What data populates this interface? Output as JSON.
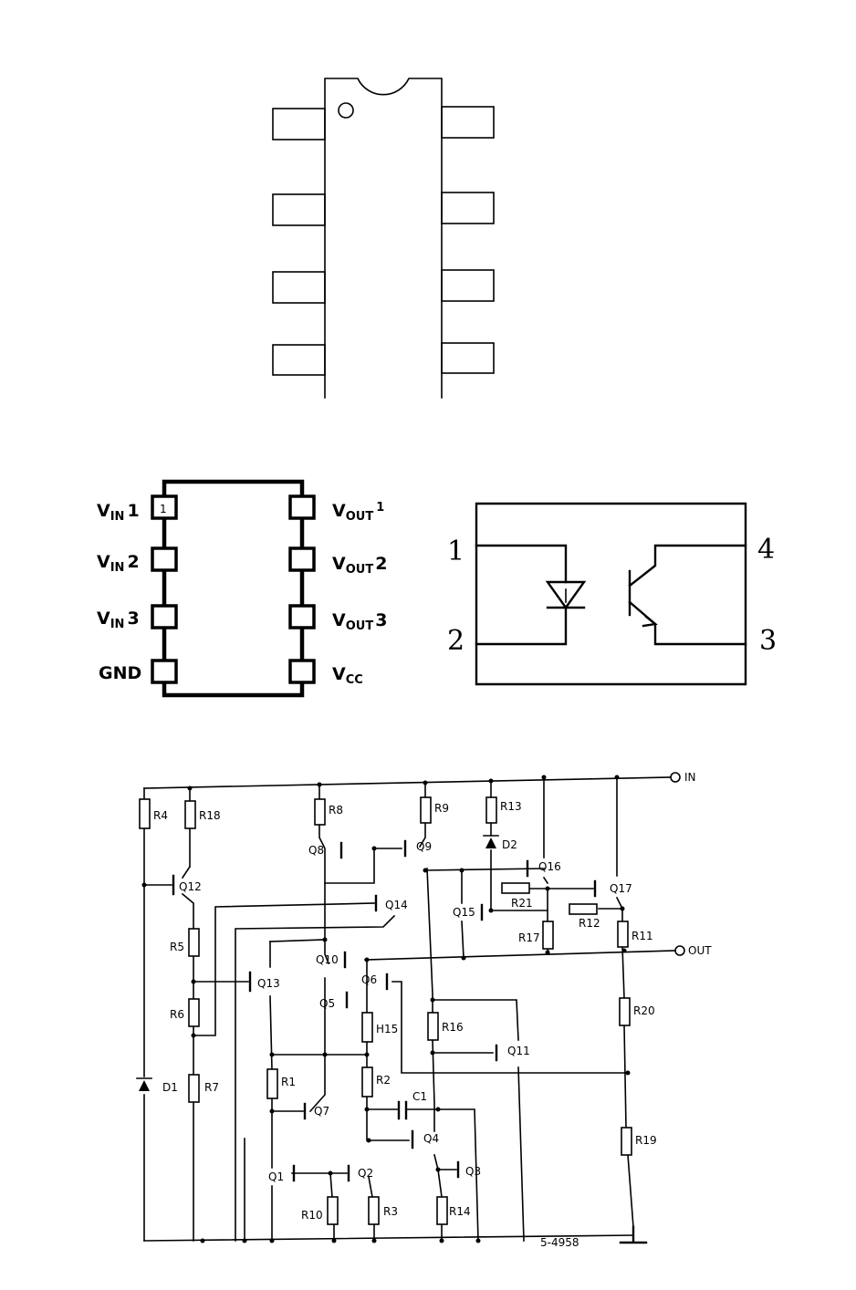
{
  "dip_package": {
    "pin1_marker": "1",
    "left_pins": [
      {
        "main": "V",
        "sub": "IN",
        "num": "1"
      },
      {
        "main": "V",
        "sub": "IN",
        "num": "2"
      },
      {
        "main": "V",
        "sub": "IN",
        "num": "3"
      },
      {
        "main": "GND",
        "sub": "",
        "num": ""
      }
    ],
    "right_pins": [
      {
        "main": "V",
        "sub": "OUT",
        "num": "1"
      },
      {
        "main": "V",
        "sub": "OUT",
        "num": "2"
      },
      {
        "main": "V",
        "sub": "OUT",
        "num": "3"
      },
      {
        "main": "V",
        "sub": "CC",
        "num": ""
      }
    ]
  },
  "optocoupler": {
    "terminals": [
      "1",
      "2",
      "3",
      "4"
    ]
  },
  "schematic": {
    "input_label": "IN",
    "output_label": "OUT",
    "drawing_number": "5-4958",
    "resistors": [
      "R1",
      "R2",
      "R3",
      "R4",
      "R5",
      "R6",
      "R7",
      "R8",
      "R9",
      "R10",
      "R11",
      "R12",
      "R13",
      "R14",
      "H15",
      "R16",
      "R17",
      "R18",
      "R19",
      "R20",
      "R21"
    ],
    "transistors": [
      "Q1",
      "Q2",
      "Q3",
      "Q4",
      "Q5",
      "Q6",
      "Q7",
      "Q8",
      "Q9",
      "Q10",
      "Q11",
      "Q12",
      "Q13",
      "Q14",
      "Q15",
      "Q16",
      "Q17"
    ],
    "diodes": [
      "D1",
      "D2"
    ],
    "capacitors": [
      "C1"
    ]
  }
}
